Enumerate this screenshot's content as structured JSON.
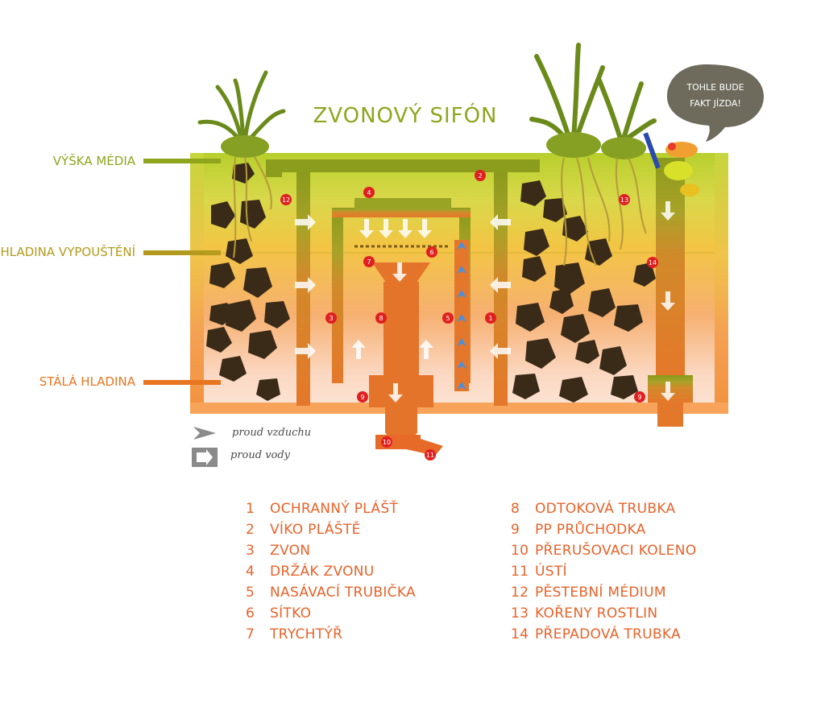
{
  "title": "ZVONOVÝ SIFÓN",
  "side_labels": {
    "media_height": "VÝŠKA MÉDIA",
    "drain_level": "HLADINA VYPOUŠTĚNÍ",
    "standing_level": "STÁLÁ HLADINA"
  },
  "speech_bubble": {
    "line1": "TOHLE BUDE",
    "line2": "FAKT JÍZDA!"
  },
  "flow_key": {
    "air": "proud vzduchu",
    "water": "proud vody"
  },
  "markers": [
    "1",
    "2",
    "3",
    "4",
    "5",
    "6",
    "7",
    "8",
    "9",
    "10",
    "11",
    "12",
    "13",
    "14"
  ],
  "legend_left": [
    {
      "num": "1",
      "label": "OCHRANNÝ PLÁŠŤ"
    },
    {
      "num": "2",
      "label": "VÍKO PLÁŠTĚ"
    },
    {
      "num": "3",
      "label": "ZVON"
    },
    {
      "num": "4",
      "label": "DRŽÁK ZVONU"
    },
    {
      "num": "5",
      "label": "NASÁVACÍ TRUBIČKA"
    },
    {
      "num": "6",
      "label": "SÍTKO"
    },
    {
      "num": "7",
      "label": "TRYCHTÝŘ"
    }
  ],
  "legend_right": [
    {
      "num": "8",
      "label": "ODTOKOVÁ TRUBKA"
    },
    {
      "num": "9",
      "label": "PP PRŮCHODKA"
    },
    {
      "num": "10",
      "label": "PŘERUŠOVACI KOLENO"
    },
    {
      "num": "11",
      "label": "ÚSTÍ"
    },
    {
      "num": "12",
      "label": "PĚSTEBNÍ MÉDIUM"
    },
    {
      "num": "13",
      "label": "KOŘENY ROSTLIN"
    },
    {
      "num": "14",
      "label": "PŘEPADOVÁ TRUBKA"
    }
  ],
  "colors": {
    "top_green": "#b5cc2e",
    "mid_yellow": "#f2b83a",
    "bottom_orange": "#f08a2c",
    "pipe": "#e06d22",
    "rock": "#3a2a18",
    "marker": "#e02020",
    "legend_text": "#e8622a",
    "title_green": "#8fa51e"
  }
}
